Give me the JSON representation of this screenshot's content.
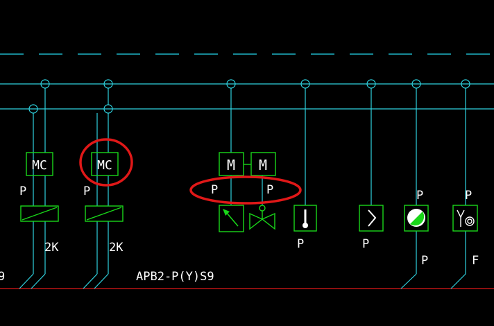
{
  "colors": {
    "background": "#000000",
    "cyan": "#2fd3e0",
    "green": "#19d619",
    "white": "#ffffff",
    "red": "#e01818",
    "dash": "#1fb6c7"
  },
  "modules": {
    "mc1": "MC",
    "mc2": "MC",
    "m1": "M",
    "m2": "M"
  },
  "labels": {
    "p_mc1": "P",
    "p_mc2": "P",
    "p_m1": "P",
    "p_m2": "P",
    "p_thermo": "P",
    "p_switch": "P",
    "p_gauge_top": "P",
    "p_gauge_bottom": "P",
    "p_flow_top": "P",
    "f_flow_bottom": "F",
    "k1": "2K",
    "k2": "2K",
    "cable_tag": "APB2-P(Y)S9",
    "edge_char": "9"
  },
  "icons": {
    "relay1": "relay-coil-icon",
    "relay2": "relay-coil-icon",
    "actuator": "actuator-arrow-icon",
    "valve": "valve-icon",
    "thermometer": "thermometer-icon",
    "switch": "s-switch-icon",
    "gauge": "gauge-icon",
    "flow": "flow-meter-icon"
  }
}
